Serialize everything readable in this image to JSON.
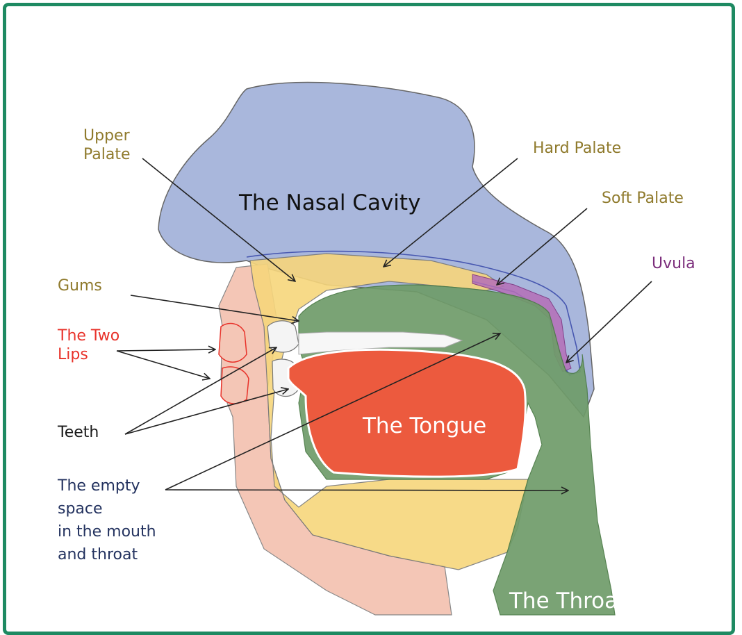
{
  "title": "The Nasal Cavity",
  "colors": {
    "frame": "#1e8a62",
    "palate_label": "#8f7a2c",
    "lips_label": "#e8322a",
    "uvula_label": "#7b2d7b",
    "teeth_label": "#1a1a1a",
    "space_label": "#23325f",
    "nasal": "#a9b7dc",
    "palate": "#f7d67c",
    "tongue": "#ec5a3e",
    "throat": "#6f9c6a",
    "skin": "#f4c6b6"
  },
  "labels": {
    "upper_palate": "Upper\nPalate",
    "hard_palate": "Hard Palate",
    "soft_palate": "Soft Palate",
    "uvula": "Uvula",
    "gums": "Gums",
    "two_lips": "The Two\nLips",
    "teeth": "Teeth",
    "empty_space": "The empty\nspace\nin the mouth\nand throat",
    "nasal_cavity": "The Nasal Cavity",
    "tongue": "The Tongue",
    "throat": "The Throat"
  }
}
